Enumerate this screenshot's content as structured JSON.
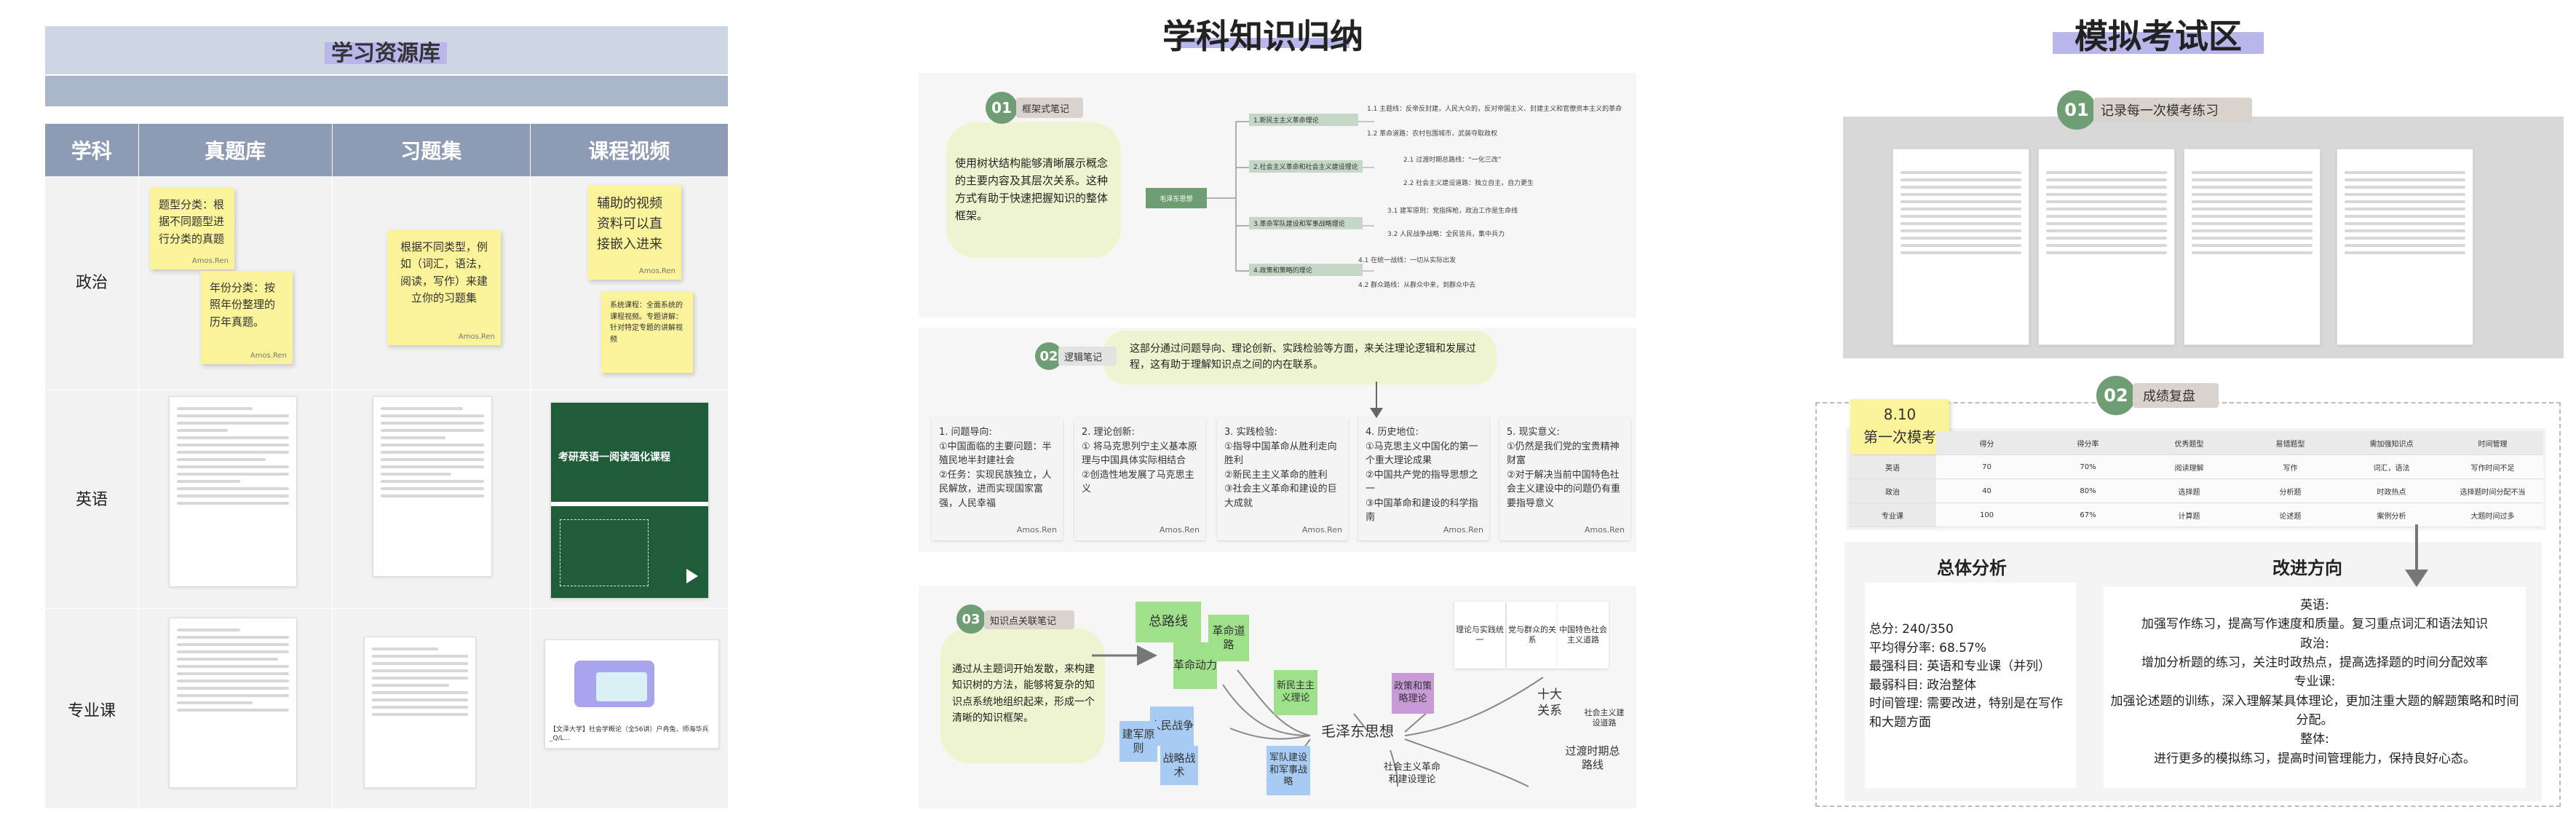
{
  "left": {
    "title": "学习资源库",
    "headers": [
      "学科",
      "真题库",
      "习题集",
      "课程视频"
    ],
    "rows": [
      "政治",
      "英语",
      "专业课"
    ],
    "notes": {
      "n1": "题型分类：根据不同题型进行分类的真题",
      "n2": "年份分类：按照年份整理的历年真题。",
      "n3": "根据不同类型，例如（词汇，语法，阅读，写作）来建立你的习题集",
      "n4": "辅助的视频资料可以直接嵌入进来",
      "n5": "系统课程：全面系统的课程视频。专题讲解：针对特定专题的讲解视频",
      "sig": "Amos.Ren"
    },
    "video_title": "考研英语一阅读强化课程",
    "video_caption": "【文泽大学】社会学概论（全56讲）户冉兔、师海华兵_Q/L..."
  },
  "mid": {
    "title": "学科知识归纳",
    "s1": {
      "num": "01",
      "tag": "框架式笔记",
      "desc": "使用树状结构能够清晰展示概念的主要内容及其层次关系。这种方式有助于快速把握知识的整体框架。",
      "root": "毛泽东思想",
      "branches": [
        "1.新民主主义革命理论",
        "2.社会主义革命和社会主义建设理论",
        "3.革命军队建设和军事战略理论",
        "4.政策和策略的理论"
      ],
      "leaves": [
        "1.1 主题线：反帝反封建，人民大众的，反对帝国主义、封建主义和官僚资本主义的革命",
        "1.2 革命道路：农村包围城市，武装夺取政权",
        "2.1 过渡时期总路线：“一化三改”",
        "2.2 社会主义建设道路：独立自主，自力更生",
        "3.1 建军原则：党指挥枪，政治工作是生命线",
        "3.2 人民战争战略：全民皆兵，集中兵力",
        "4.1 在统一战线：一切从实际出发",
        "4.2 群众路线：从群众中来，到群众中去"
      ]
    },
    "s2": {
      "num": "02",
      "tag": "逻辑笔记",
      "desc": "这部分通过问题导向、理论创新、实践检验等方面，来关注理论逻辑和发展过程，这有助于理解知识点之间的内在联系。",
      "cards": [
        "1. 问题导向:\n ①中国面临的主要问题：半殖民地半封建社会\n ②任务：实现民族独立，人民解放，进而实现国家富强，人民幸福",
        "2. 理论创新:\n ① 将马克思列宁主义基本原理与中国具体实际相结合\n ②创造性地发展了马克思主义",
        "3. 实践检验:\n ①指导中国革命从胜利走向胜利\n ②新民主主义革命的胜利\n ③社会主义革命和建设的巨大成就",
        "4. 历史地位:\n ①马克思主义中国化的第一个重大理论成果\n ②中国共产党的指导思想之一\n ③中国革命和建设的科学指南",
        "5. 现实意义:\n ①仍然是我们党的宝贵精神财富\n ②对于解决当前中国特色社会主义建设中的问题仍有重要指导意义"
      ]
    },
    "s3": {
      "num": "03",
      "tag": "知识点关联笔记",
      "desc": "通过从主题词开始发散，来构建知识树的方法，能够将复杂的知识点系统地组织起来，形成一个清晰的知识框架。",
      "center": "毛泽东思想",
      "notes": [
        "总路线",
        "革命道路",
        "革命动力",
        "人民战争",
        "建军原则",
        "战略战术",
        "新民主主义理论",
        "军队建设和军事战略",
        "社会主义革命和建设理论",
        "政策和策略理论",
        "十大关系",
        "社会主义建设道路",
        "过渡时期总路线",
        "理论与实践统一",
        "党与群众的关系",
        "中国特色社会主义道路"
      ]
    }
  },
  "right": {
    "title": "模拟考试区",
    "s1": {
      "num": "01",
      "tag": "记录每一次模考练习"
    },
    "s2": {
      "num": "02",
      "tag": "成绩复盘",
      "date": "8.10\n第一次模考",
      "cols": [
        "得分",
        "得分率",
        "优秀题型",
        "易错题型",
        "需加强知识点",
        "时间管理"
      ],
      "rows": [
        [
          "英语",
          "70",
          "70%",
          "阅读理解",
          "写作",
          "词汇，语法",
          "写作时间不足"
        ],
        [
          "政治",
          "40",
          "80%",
          "选择题",
          "分析题",
          "时政热点",
          "选择题时间分配不当"
        ],
        [
          "专业课",
          "100",
          "67%",
          "计算题",
          "论述题",
          "案例分析",
          "大题时间过多"
        ]
      ],
      "analysis_title": "总体分析",
      "analysis": "总分: 240/350\n平均得分率: 68.57%\n最强科目: 英语和专业课（并列）\n最弱科目: 政治整体\n时间管理: 需要改进，特别是在写作和大题方面",
      "improve_title": "改进方向",
      "improve": "英语:\n加强写作练习，提高写作速度和质量。复习重点词汇和语法知识\n政治:\n增加分析题的练习，关注时政热点，提高选择题的时间分配效率\n专业课:\n加强论述题的训练，深入理解某具体理论，更加注重大题的解题策略和时间分配。\n整体:\n进行更多的模拟练习，提高时间管理能力，保持良好心态。"
    }
  },
  "colors": {
    "header": "#8d9bb5",
    "banner": "#cfd6e3",
    "accent": "#6f9e74",
    "sticky": "#fbf39a",
    "tag": "#d9d2cd"
  }
}
